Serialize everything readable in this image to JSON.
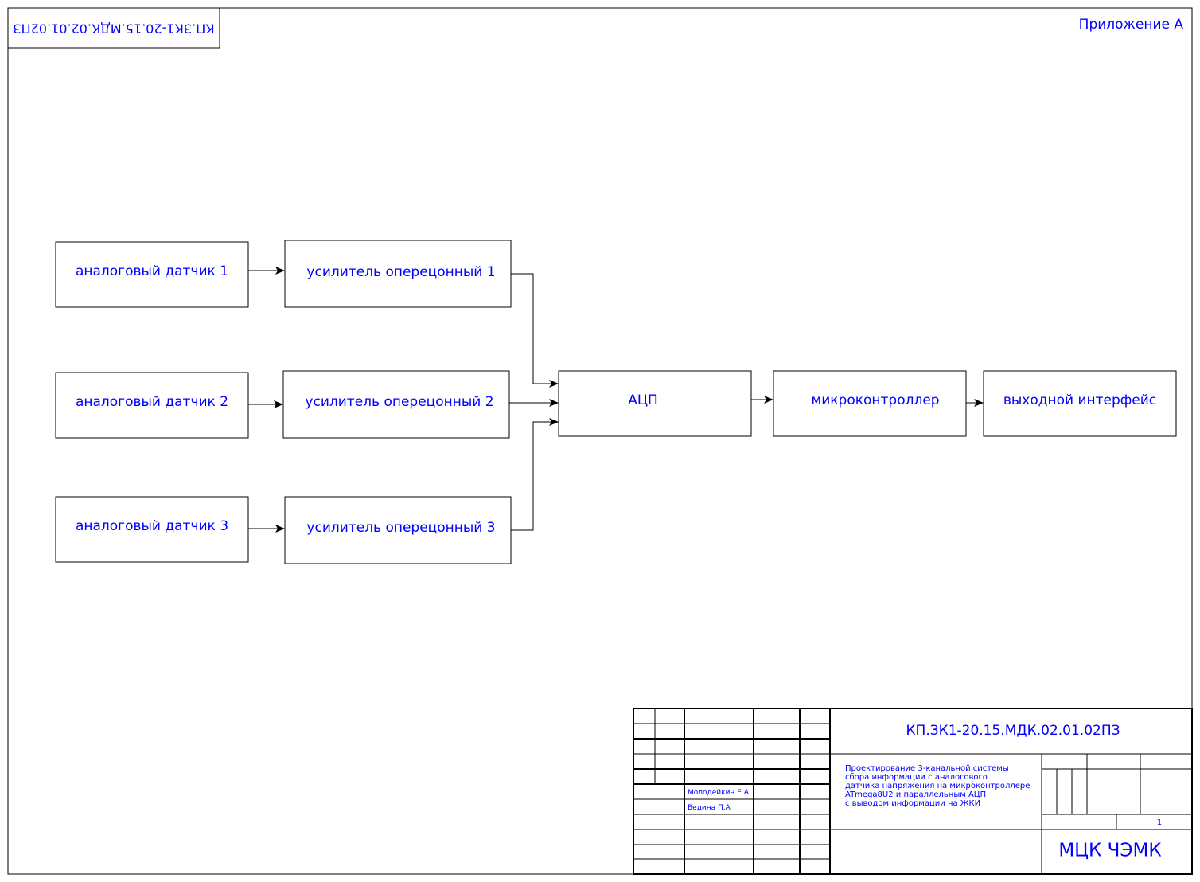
{
  "appendix_label": "Приложение А",
  "mirrored_code": "КП.ЗК1-20.15.МДК.02.01.02ПЗ",
  "blocks": {
    "sensor_1": "аналоговый датчик 1",
    "sensor_2": "аналоговый датчик 2",
    "sensor_3": "аналоговый датчик 3",
    "amp_1": "усилитель оперецонный 1",
    "amp_2": "усилитель оперецонный 2",
    "amp_3": "усилитель оперецонный 3",
    "adc": "АЦП",
    "mcu": "микроконтроллер",
    "output": "выходной интерфейс"
  },
  "title_block": {
    "doc_code": "КП.ЗК1-20.15.МДК.02.01.02ПЗ",
    "project_title_lines": [
      "Проектирование 3-канальной системы",
      "сбора информации с аналогового",
      "датчика напряжения на микроконтроллере",
      "ATmega8U2 и параллельным АЦП",
      "с выводом информации на ЖКИ"
    ],
    "developer": "Молодейкин Е.А",
    "checker": "Ведина П.А",
    "sheet_number": "1",
    "organization": "МЦК ЧЭМК"
  }
}
